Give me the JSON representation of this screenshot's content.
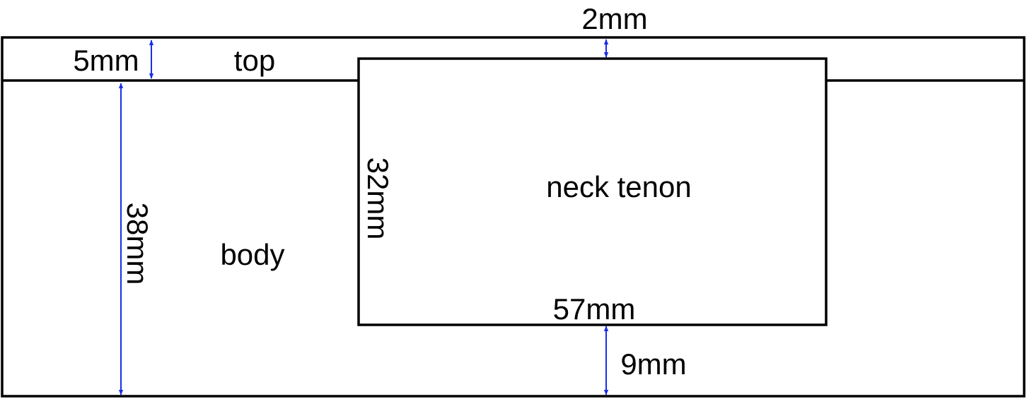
{
  "labels": {
    "top": "top",
    "body": "body",
    "tenon": "neck tenon"
  },
  "dimensions": {
    "top_thickness": "5mm",
    "body_thickness": "38mm",
    "tenon_gap_top": "2mm",
    "tenon_height": "32mm",
    "tenon_length": "57mm",
    "tenon_gap_bottom": "9mm"
  },
  "colors": {
    "outline": "#000000",
    "dimension_arrow": "#1a2ee6",
    "background": "#ffffff"
  }
}
